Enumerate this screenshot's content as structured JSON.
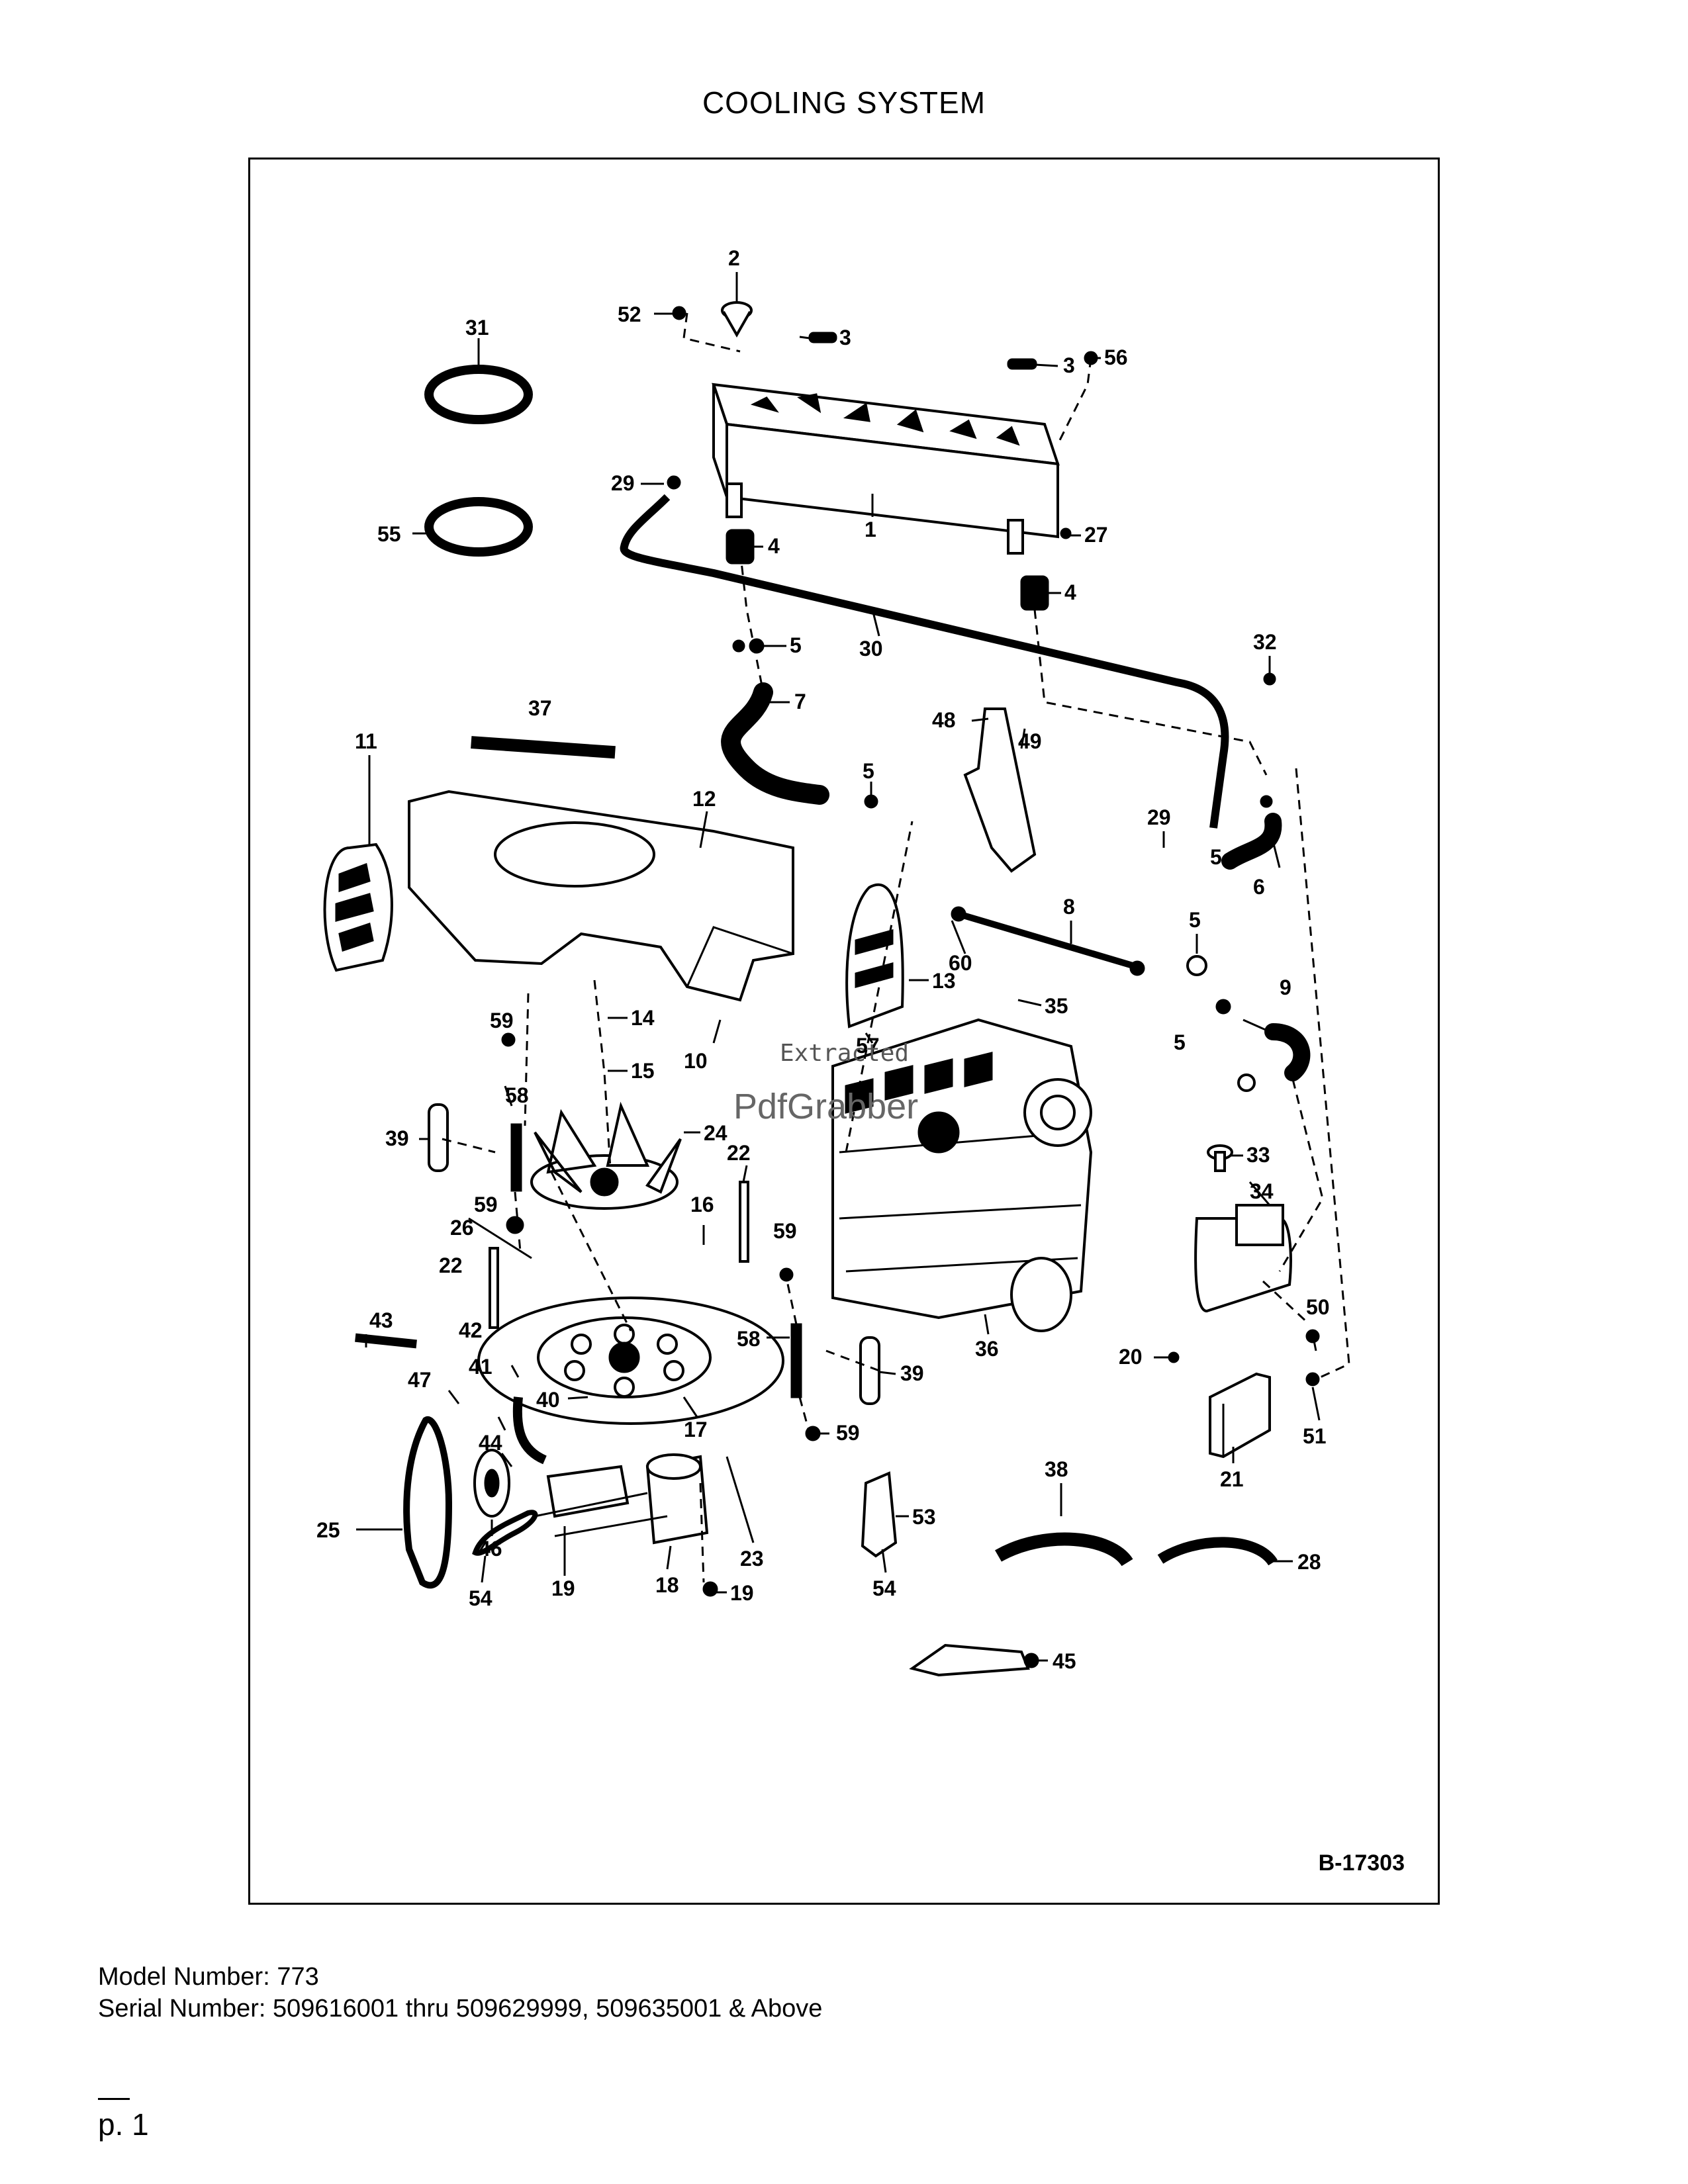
{
  "page": {
    "title": "COOLING SYSTEM",
    "drawing_number": "B-17303",
    "watermark_line1": "Extracted",
    "watermark_line2": "PdfGrabber",
    "model_number": "Model Number: 773",
    "serial_number": "Serial Number: 509616001 thru 509629999, 509635001 & Above",
    "page_number": "p. 1"
  },
  "callouts": [
    {
      "id": "c2",
      "label": "2"
    },
    {
      "id": "c52",
      "label": "52"
    },
    {
      "id": "c3a",
      "label": "3"
    },
    {
      "id": "c3b",
      "label": "3"
    },
    {
      "id": "c31",
      "label": "31"
    },
    {
      "id": "c56",
      "label": "56"
    },
    {
      "id": "c29a",
      "label": "29"
    },
    {
      "id": "c1",
      "label": "1"
    },
    {
      "id": "c55",
      "label": "55"
    },
    {
      "id": "c27",
      "label": "27"
    },
    {
      "id": "c4a",
      "label": "4"
    },
    {
      "id": "c4b",
      "label": "4"
    },
    {
      "id": "c5a",
      "label": "5"
    },
    {
      "id": "c30",
      "label": "30"
    },
    {
      "id": "c32",
      "label": "32"
    },
    {
      "id": "c7",
      "label": "7"
    },
    {
      "id": "c37",
      "label": "37"
    },
    {
      "id": "c48",
      "label": "48"
    },
    {
      "id": "c11",
      "label": "11"
    },
    {
      "id": "c49",
      "label": "49"
    },
    {
      "id": "c5b",
      "label": "5"
    },
    {
      "id": "c29b",
      "label": "29"
    },
    {
      "id": "c12",
      "label": "12"
    },
    {
      "id": "c5c",
      "label": "5"
    },
    {
      "id": "c8",
      "label": "8"
    },
    {
      "id": "c5d",
      "label": "5"
    },
    {
      "id": "c6",
      "label": "6"
    },
    {
      "id": "c60",
      "label": "60"
    },
    {
      "id": "c13",
      "label": "13"
    },
    {
      "id": "c35",
      "label": "35"
    },
    {
      "id": "c9",
      "label": "9"
    },
    {
      "id": "c59a",
      "label": "59"
    },
    {
      "id": "c14",
      "label": "14"
    },
    {
      "id": "c57",
      "label": "57"
    },
    {
      "id": "c5e",
      "label": "5"
    },
    {
      "id": "c15",
      "label": "15"
    },
    {
      "id": "c10",
      "label": "10"
    },
    {
      "id": "c58a",
      "label": "58"
    },
    {
      "id": "c39a",
      "label": "39"
    },
    {
      "id": "c24",
      "label": "24"
    },
    {
      "id": "c22a",
      "label": "22"
    },
    {
      "id": "c33",
      "label": "33"
    },
    {
      "id": "c59b",
      "label": "59"
    },
    {
      "id": "c16",
      "label": "16"
    },
    {
      "id": "c34",
      "label": "34"
    },
    {
      "id": "c26",
      "label": "26"
    },
    {
      "id": "c59c",
      "label": "59"
    },
    {
      "id": "c22b",
      "label": "22"
    },
    {
      "id": "c43",
      "label": "43"
    },
    {
      "id": "c42",
      "label": "42"
    },
    {
      "id": "c50",
      "label": "50"
    },
    {
      "id": "c58b",
      "label": "58"
    },
    {
      "id": "c20",
      "label": "20"
    },
    {
      "id": "c36",
      "label": "36"
    },
    {
      "id": "c41",
      "label": "41"
    },
    {
      "id": "c39b",
      "label": "39"
    },
    {
      "id": "c47",
      "label": "47"
    },
    {
      "id": "c51",
      "label": "51"
    },
    {
      "id": "c40",
      "label": "40"
    },
    {
      "id": "c17",
      "label": "17"
    },
    {
      "id": "c44",
      "label": "44"
    },
    {
      "id": "c59d",
      "label": "59"
    },
    {
      "id": "c21",
      "label": "21"
    },
    {
      "id": "c38",
      "label": "38"
    },
    {
      "id": "c25",
      "label": "25"
    },
    {
      "id": "c53",
      "label": "53"
    },
    {
      "id": "c46",
      "label": "46"
    },
    {
      "id": "c23",
      "label": "23"
    },
    {
      "id": "c28",
      "label": "28"
    },
    {
      "id": "c54a",
      "label": "54"
    },
    {
      "id": "c19a",
      "label": "19"
    },
    {
      "id": "c18",
      "label": "18"
    },
    {
      "id": "c54b",
      "label": "54"
    },
    {
      "id": "c19b",
      "label": "19"
    },
    {
      "id": "c45",
      "label": "45"
    }
  ]
}
